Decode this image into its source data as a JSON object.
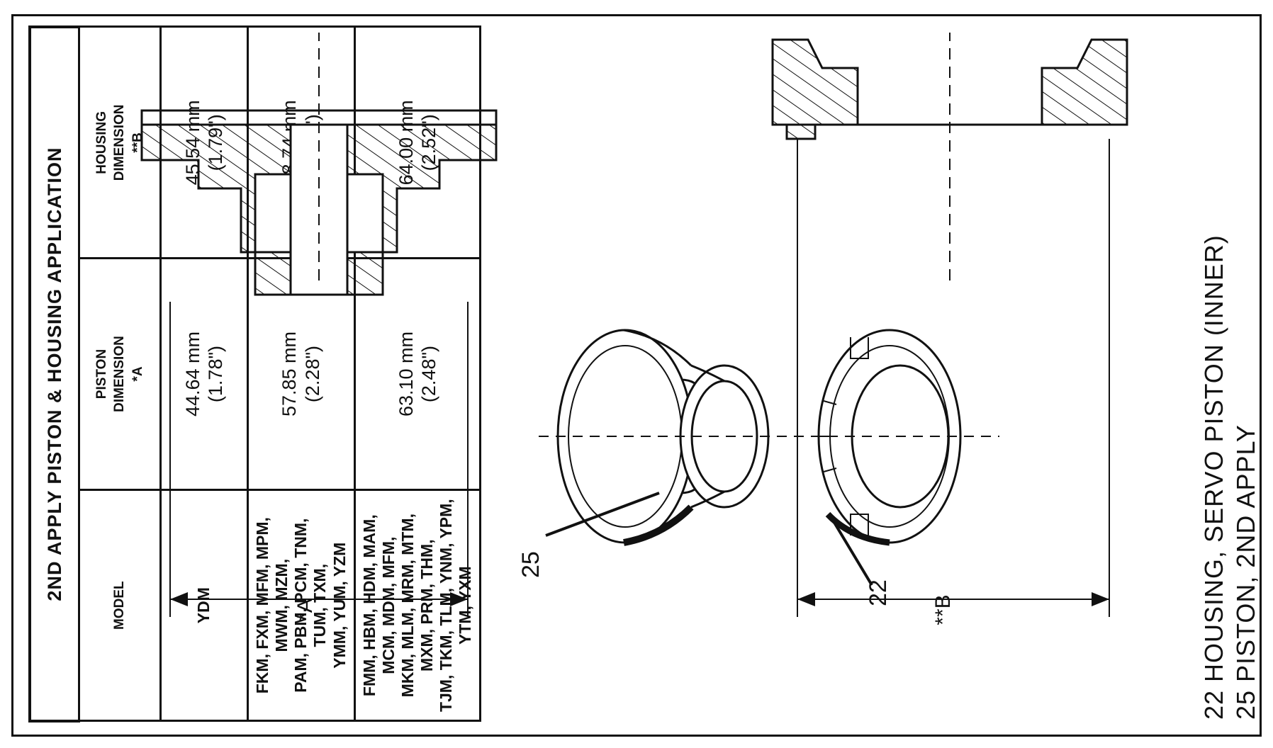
{
  "table": {
    "title": "2ND APPLY PISTON & HOUSING APPLICATION",
    "headers": {
      "model": "MODEL",
      "piston": [
        "PISTON",
        "DIMENSION",
        "*A"
      ],
      "housing": [
        "HOUSING",
        "DIMENSION",
        "**B"
      ]
    },
    "rows": [
      {
        "model": [
          "YDM"
        ],
        "piston": [
          "44.64 mm",
          "(1.78\")"
        ],
        "housing": [
          "45.54 mm",
          "(1.79\")"
        ]
      },
      {
        "model": [
          "FKM, FXM, MFM, MPM, MWM, MZM,",
          "PAM, PBM, PCM, TNM, TUM, TXM,",
          "YMM, YUM, YZM"
        ],
        "piston": [
          "57.85 mm",
          "(2.28\")"
        ],
        "housing": [
          "58.74 mm",
          "(2.31\")"
        ]
      },
      {
        "model": [
          "FMM, HBM, HDM, MAM, MCM, MDM, MFM,",
          "MKM, MLM, MRM, MTM, MXM, PRM, THM,",
          "TJM, TKM, TLM, YNM, YPM, YTM, YXM"
        ],
        "piston": [
          "63.10 mm",
          "(2.48\")"
        ],
        "housing": [
          "64.00 mm",
          "(2.52\")"
        ]
      }
    ]
  },
  "drawing": {
    "callouts": {
      "piston": "25",
      "housing": "22"
    },
    "dimension_labels": {
      "a": "*A",
      "b": "**B"
    }
  },
  "legend": [
    "22  HOUSING, SERVO PISTON (INNER)",
    "25  PISTON, 2ND APPLY"
  ],
  "colors": {
    "ink": "#111111",
    "paper": "#ffffff"
  }
}
